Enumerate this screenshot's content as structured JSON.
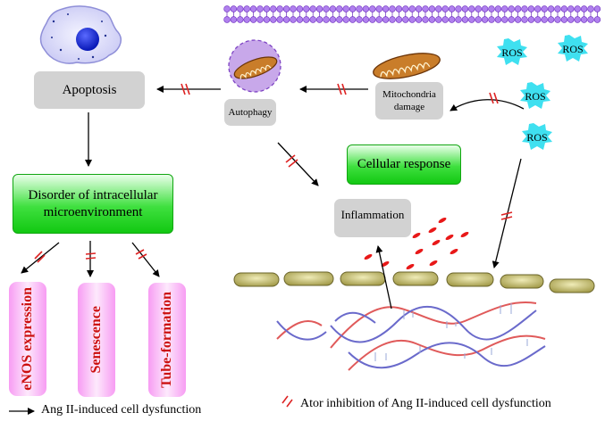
{
  "nodes": {
    "apoptosis": "Apoptosis",
    "autophagy": "Autophagy",
    "mito_damage_line1": "Mitochondria",
    "mito_damage_line2": "damage",
    "cellular_response": "Cellular response",
    "disorder_line1": "Disorder of intracellular",
    "disorder_line2": "microenvironment",
    "inflammation": "Inflammation",
    "enos": "eNOS expression",
    "senescence": "Senescence",
    "tube": "Tube-formation"
  },
  "ros": [
    "ROS",
    "ROS",
    "ROS",
    "ROS"
  ],
  "legend": {
    "arrow_label": "Ang II-induced cell dysfunction",
    "inhibit_label": "Ator inhibition of Ang II-induced cell dysfunction"
  },
  "colors": {
    "green_box": "#22d022",
    "pink_box": "#f79cf3",
    "gray_box": "#d2d2d2",
    "inhibit_mark": "#dd2222",
    "ros_star": "#3fe0f0",
    "membrane": "#b080ee",
    "endothelium": "#bdb76b",
    "dna_red": "#e05a5a",
    "dna_blue": "#6a6acb"
  }
}
